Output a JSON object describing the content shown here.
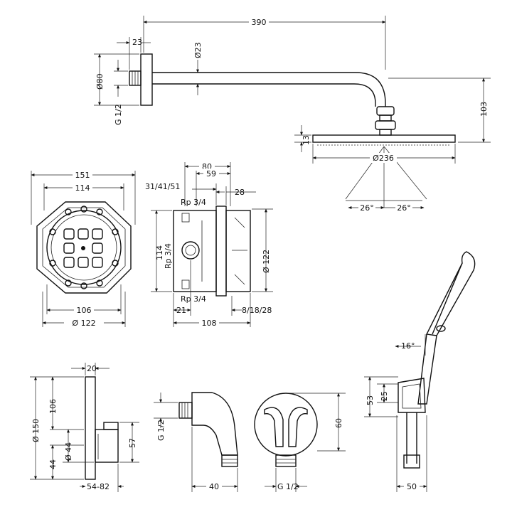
{
  "labels": {
    "arm_length": "390",
    "flange_depth": "23",
    "arm_diameter": "Ø23",
    "flange_diameter": "Ø80",
    "flange_thread": "G 1/2",
    "head_height": "103",
    "head_thickness": "13",
    "head_diameter": "Ø236",
    "angle_left": "26°",
    "angle_right": "26°",
    "box_outer_width": "151",
    "box_inner_width": "114",
    "box_bottom_width": "106",
    "box_bottom_diameter": "Ø 122",
    "body_width_80": "80",
    "body_width_59": "59",
    "body_variants": "31/41/51",
    "body_depth_28": "28",
    "thread_top": "Rp 3/4",
    "thread_side": "Rp 3/4",
    "thread_bottom": "Rp 3/4",
    "body_height": "114",
    "body_diameter": "Ø 122",
    "body_offset_21": "21",
    "body_offset_variants": "8/18/28",
    "body_total_width": "108",
    "plate_depth": "20",
    "plate_height": "Ø 150",
    "plate_upper": "106",
    "knob_diameter": "Ø 44",
    "knob_offset": "44",
    "knob_depth": "57",
    "plate_projection": "54-82",
    "elbow_thread": "G 1/2",
    "elbow_width": "40",
    "elbow_height": "60",
    "outlet_thread": "G 1/2",
    "handshower_angle": "16°",
    "holder_height": "53",
    "holder_mid": "25",
    "holder_width": "50"
  }
}
